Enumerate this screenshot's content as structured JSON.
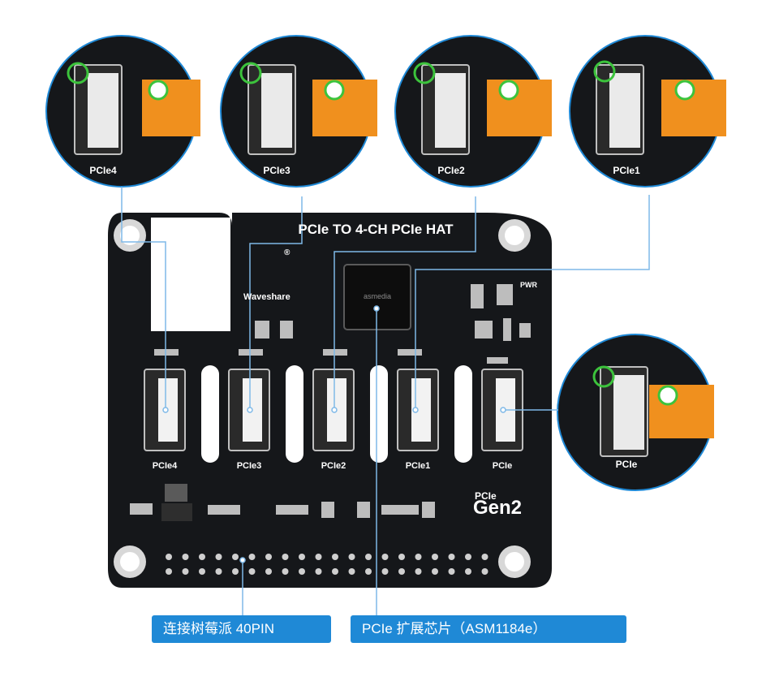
{
  "board": {
    "title": "PCIe TO 4-CH PCIe HAT",
    "brand": "Waveshare",
    "brand_mark": "®",
    "pwr_label": "PWR",
    "gen_label_top": "PCIe",
    "gen_label_big": "Gen2",
    "ports": [
      "PCIe4",
      "PCIe3",
      "PCIe2",
      "PCIe1",
      "PCIe"
    ]
  },
  "zooms": [
    "PCIe4",
    "PCIe3",
    "PCIe2",
    "PCIe1",
    "PCIe"
  ],
  "callouts": {
    "forty_pin": "连接树莓派 40PIN",
    "chip": "PCIe 扩展芯片（ASM1184e）"
  },
  "colors": {
    "pcb": "#15171a",
    "callout": "#1f89d6",
    "leader": "#7fb9e8",
    "zoom_ring": "#1f89d6",
    "flex_cable": "#f0901e",
    "marker": "#3cc33c"
  }
}
